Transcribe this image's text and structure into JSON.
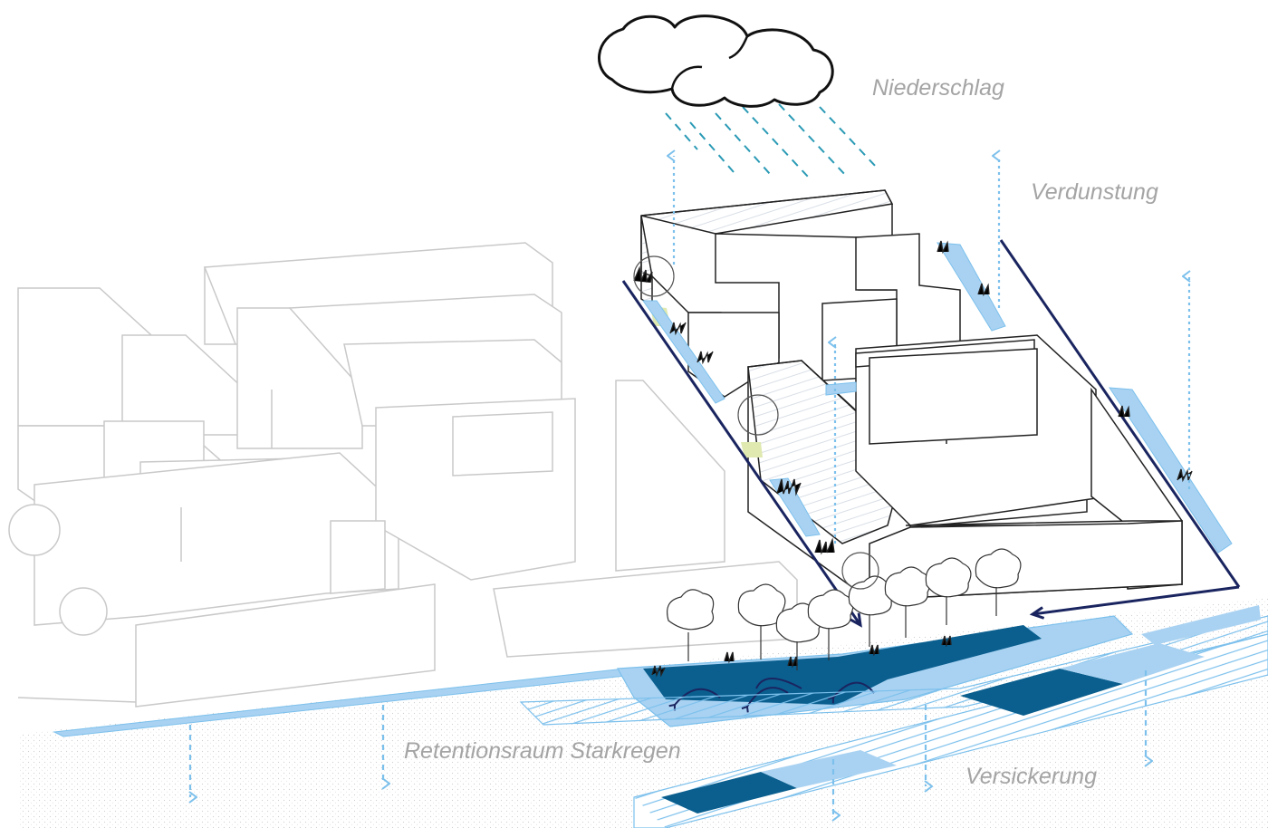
{
  "labels": {
    "precipitation": "Niederschlag",
    "evaporation": "Verdunstung",
    "retention": "Retentionsraum Starkregen",
    "infiltration": "Versickerung"
  },
  "colors": {
    "water_light": "#a9d2f2",
    "water_dark": "#0a5f8f",
    "arrow_dashed": "#7cc0ec",
    "flow_line": "#1a2560",
    "building_stroke": "#222222",
    "ghost_stroke": "#c9c9c9",
    "green_accent": "#dfe9b0",
    "label_text": "#a4a4a4"
  },
  "icons": [
    "cloud-icon",
    "rain-icon",
    "tree-icon",
    "shrub-icon",
    "arrow-up-icon",
    "arrow-down-icon",
    "curved-arrow-icon"
  ]
}
